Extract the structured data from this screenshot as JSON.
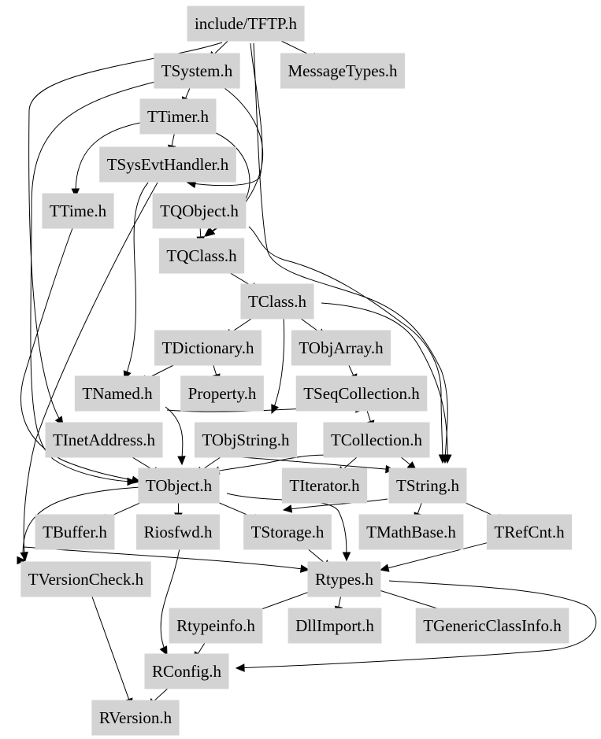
{
  "graph": {
    "nodes": [
      {
        "id": "tftp",
        "label": "include/TFTP.h",
        "highlighted": true
      },
      {
        "id": "tsystem",
        "label": "TSystem.h"
      },
      {
        "id": "messagetypes",
        "label": "MessageTypes.h"
      },
      {
        "id": "ttimer",
        "label": "TTimer.h"
      },
      {
        "id": "tsysevthandler",
        "label": "TSysEvtHandler.h"
      },
      {
        "id": "ttime",
        "label": "TTime.h"
      },
      {
        "id": "tqobject",
        "label": "TQObject.h"
      },
      {
        "id": "tqclass",
        "label": "TQClass.h"
      },
      {
        "id": "tclass",
        "label": "TClass.h"
      },
      {
        "id": "tdictionary",
        "label": "TDictionary.h"
      },
      {
        "id": "tobjarray",
        "label": "TObjArray.h"
      },
      {
        "id": "tnamed",
        "label": "TNamed.h"
      },
      {
        "id": "property",
        "label": "Property.h"
      },
      {
        "id": "tseqcollection",
        "label": "TSeqCollection.h"
      },
      {
        "id": "tinetaddress",
        "label": "TInetAddress.h"
      },
      {
        "id": "tobjstring",
        "label": "TObjString.h"
      },
      {
        "id": "tcollection",
        "label": "TCollection.h"
      },
      {
        "id": "tobject",
        "label": "TObject.h"
      },
      {
        "id": "titerator",
        "label": "TIterator.h"
      },
      {
        "id": "tstring",
        "label": "TString.h"
      },
      {
        "id": "tbuffer",
        "label": "TBuffer.h"
      },
      {
        "id": "riosfwd",
        "label": "Riosfwd.h"
      },
      {
        "id": "tstorage",
        "label": "TStorage.h"
      },
      {
        "id": "tmathbase",
        "label": "TMathBase.h"
      },
      {
        "id": "trefcnt",
        "label": "TRefCnt.h"
      },
      {
        "id": "tversioncheck",
        "label": "TVersionCheck.h"
      },
      {
        "id": "rtypes",
        "label": "Rtypes.h"
      },
      {
        "id": "rtypeinfo",
        "label": "Rtypeinfo.h"
      },
      {
        "id": "dllimport",
        "label": "DllImport.h"
      },
      {
        "id": "tgenericclassinfo",
        "label": "TGenericClassInfo.h"
      },
      {
        "id": "rconfig",
        "label": "RConfig.h"
      },
      {
        "id": "rversion",
        "label": "RVersion.h"
      }
    ],
    "edges": [
      {
        "from": "tftp",
        "to": "tsystem"
      },
      {
        "from": "tftp",
        "to": "messagetypes"
      },
      {
        "from": "tftp",
        "to": "tinetaddress"
      },
      {
        "from": "tftp",
        "to": "tqobject"
      },
      {
        "from": "tftp",
        "to": "tstring"
      },
      {
        "from": "tsystem",
        "to": "ttimer"
      },
      {
        "from": "tsystem",
        "to": "tqclass"
      },
      {
        "from": "tsystem",
        "to": "tobject"
      },
      {
        "from": "ttimer",
        "to": "tsysevthandler"
      },
      {
        "from": "ttimer",
        "to": "ttime"
      },
      {
        "from": "ttimer",
        "to": "tqclass"
      },
      {
        "from": "tsysevthandler",
        "to": "tnamed"
      },
      {
        "from": "tsysevthandler",
        "to": "tversioncheck"
      },
      {
        "from": "ttime",
        "to": "tobject"
      },
      {
        "from": "tqobject",
        "to": "tqclass"
      },
      {
        "from": "tqobject",
        "to": "tstring"
      },
      {
        "from": "tqclass",
        "to": "tclass"
      },
      {
        "from": "tclass",
        "to": "tdictionary"
      },
      {
        "from": "tclass",
        "to": "tobjarray"
      },
      {
        "from": "tclass",
        "to": "tobjstring"
      },
      {
        "from": "tclass",
        "to": "tstring"
      },
      {
        "from": "tdictionary",
        "to": "tnamed"
      },
      {
        "from": "tdictionary",
        "to": "property"
      },
      {
        "from": "tobjarray",
        "to": "tseqcollection"
      },
      {
        "from": "tseqcollection",
        "to": "tcollection"
      },
      {
        "from": "tnamed",
        "to": "tobject"
      },
      {
        "from": "tnamed",
        "to": "tseqcollection"
      },
      {
        "from": "tinetaddress",
        "to": "tobject"
      },
      {
        "from": "tobjstring",
        "to": "tobject"
      },
      {
        "from": "tobjstring",
        "to": "tstring"
      },
      {
        "from": "tcollection",
        "to": "tobject"
      },
      {
        "from": "tcollection",
        "to": "titerator"
      },
      {
        "from": "tcollection",
        "to": "tstring"
      },
      {
        "from": "tobject",
        "to": "tbuffer"
      },
      {
        "from": "tobject",
        "to": "riosfwd"
      },
      {
        "from": "tobject",
        "to": "tstorage"
      },
      {
        "from": "tobject",
        "to": "rtypes"
      },
      {
        "from": "tobject",
        "to": "tversioncheck"
      },
      {
        "from": "tstring",
        "to": "tstorage"
      },
      {
        "from": "tstring",
        "to": "trefcnt"
      },
      {
        "from": "tstring",
        "to": "tmathbase"
      },
      {
        "from": "tstorage",
        "to": "rtypes"
      },
      {
        "from": "trefcnt",
        "to": "rtypes"
      },
      {
        "from": "tversioncheck",
        "to": "rtypes"
      },
      {
        "from": "tversioncheck",
        "to": "rversion"
      },
      {
        "from": "riosfwd",
        "to": "rconfig"
      },
      {
        "from": "rtypes",
        "to": "rtypeinfo"
      },
      {
        "from": "rtypes",
        "to": "dllimport"
      },
      {
        "from": "rtypes",
        "to": "tgenericclassinfo"
      },
      {
        "from": "rtypes",
        "to": "rconfig"
      },
      {
        "from": "rtypeinfo",
        "to": "rconfig"
      },
      {
        "from": "rconfig",
        "to": "rversion"
      }
    ]
  }
}
